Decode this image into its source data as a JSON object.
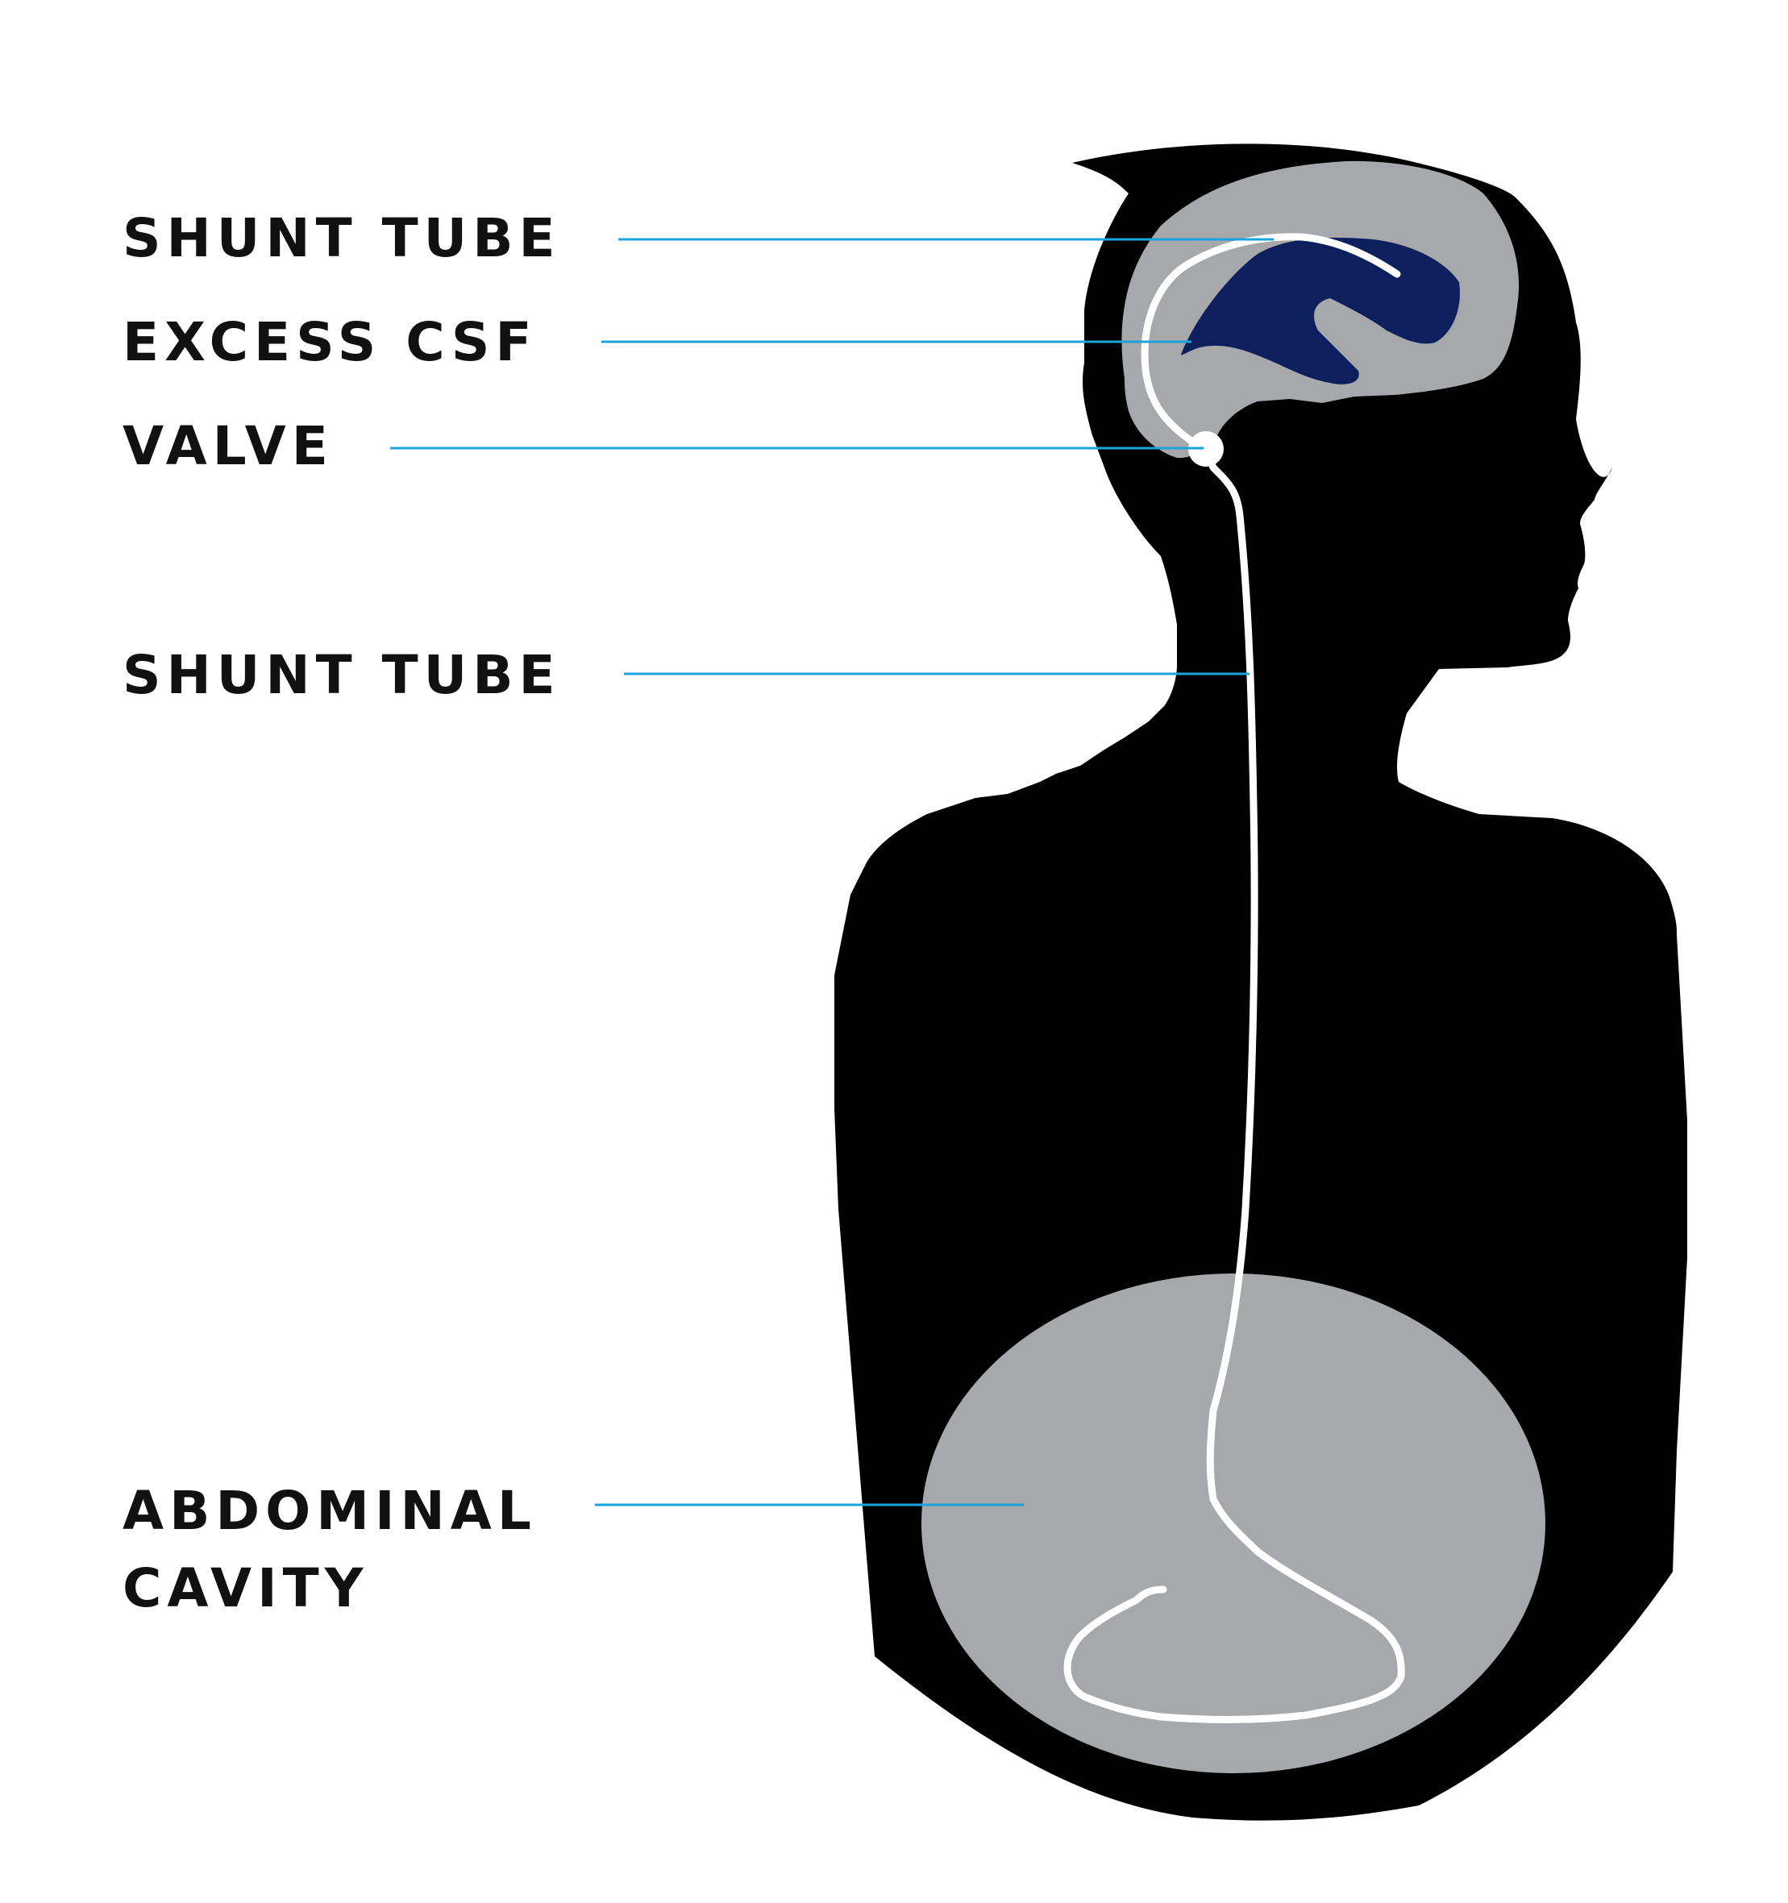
{
  "colors": {
    "background": "#ffffff",
    "silhouette": "#000000",
    "organ_fill": "#a7a8ab",
    "ventricle": "#0d1f5c",
    "shunt": "#ffffff",
    "leader_line": "#1aa3dc",
    "label_text": "#111111"
  },
  "labels": {
    "shunt_tube_head": "SHUNT TUBE",
    "excess_csf": "EXCESS CSF",
    "valve": "VALVE",
    "shunt_tube_neck": "SHUNT TUBE",
    "abdominal_line1": "ABDOMINAL",
    "abdominal_line2": "CAVITY"
  }
}
